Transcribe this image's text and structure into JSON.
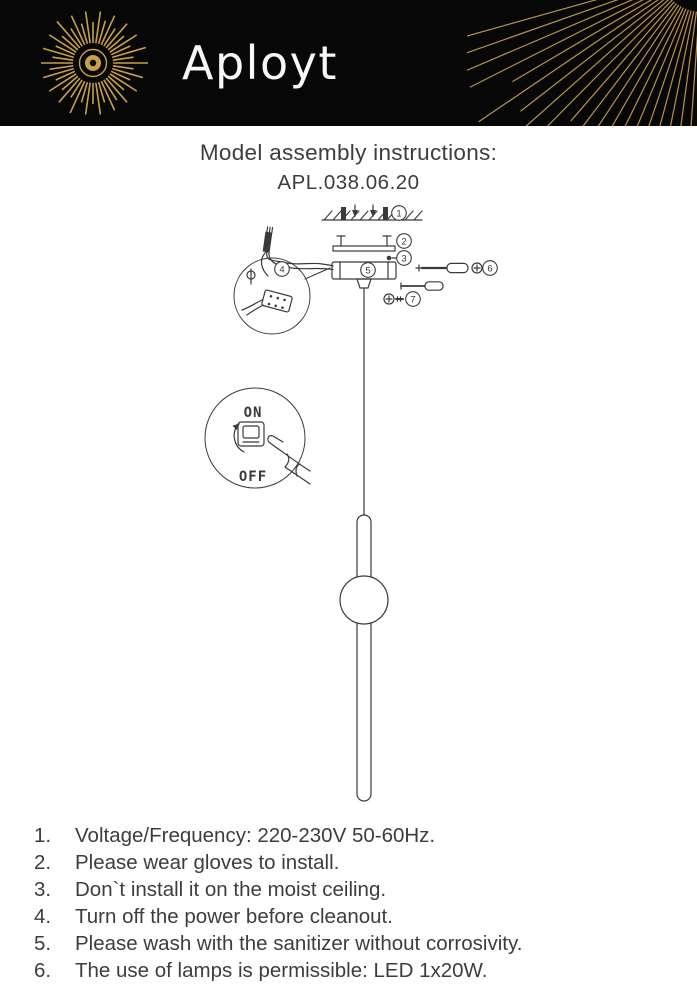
{
  "header": {
    "brand": "Aployt"
  },
  "title": {
    "heading": "Model assembly instructions:",
    "model": "APL.038.06.20"
  },
  "diagram": {
    "callouts": [
      "1",
      "2",
      "3",
      "4",
      "5",
      "6",
      "7"
    ],
    "switch": {
      "on": "ON",
      "off": "OFF"
    }
  },
  "instructions": {
    "items": [
      {
        "num": "1.",
        "text": "Voltage/Frequency: 220-230V 50-60Hz."
      },
      {
        "num": "2.",
        "text": "Please wear gloves to install."
      },
      {
        "num": "3.",
        "text": "Don`t install it on the moist ceiling."
      },
      {
        "num": "4.",
        "text": "Turn off the power before cleanout."
      },
      {
        "num": "5.",
        "text": "Please wash with the sanitizer without corrosivity."
      },
      {
        "num": "6.",
        "text": "The use of lamps is permissible: LED 1x20W."
      }
    ]
  },
  "colors": {
    "header_background": "#070707",
    "brand_gold": "#c7a04a",
    "text": "#3d3d3d",
    "line": "#3a3a3a"
  }
}
